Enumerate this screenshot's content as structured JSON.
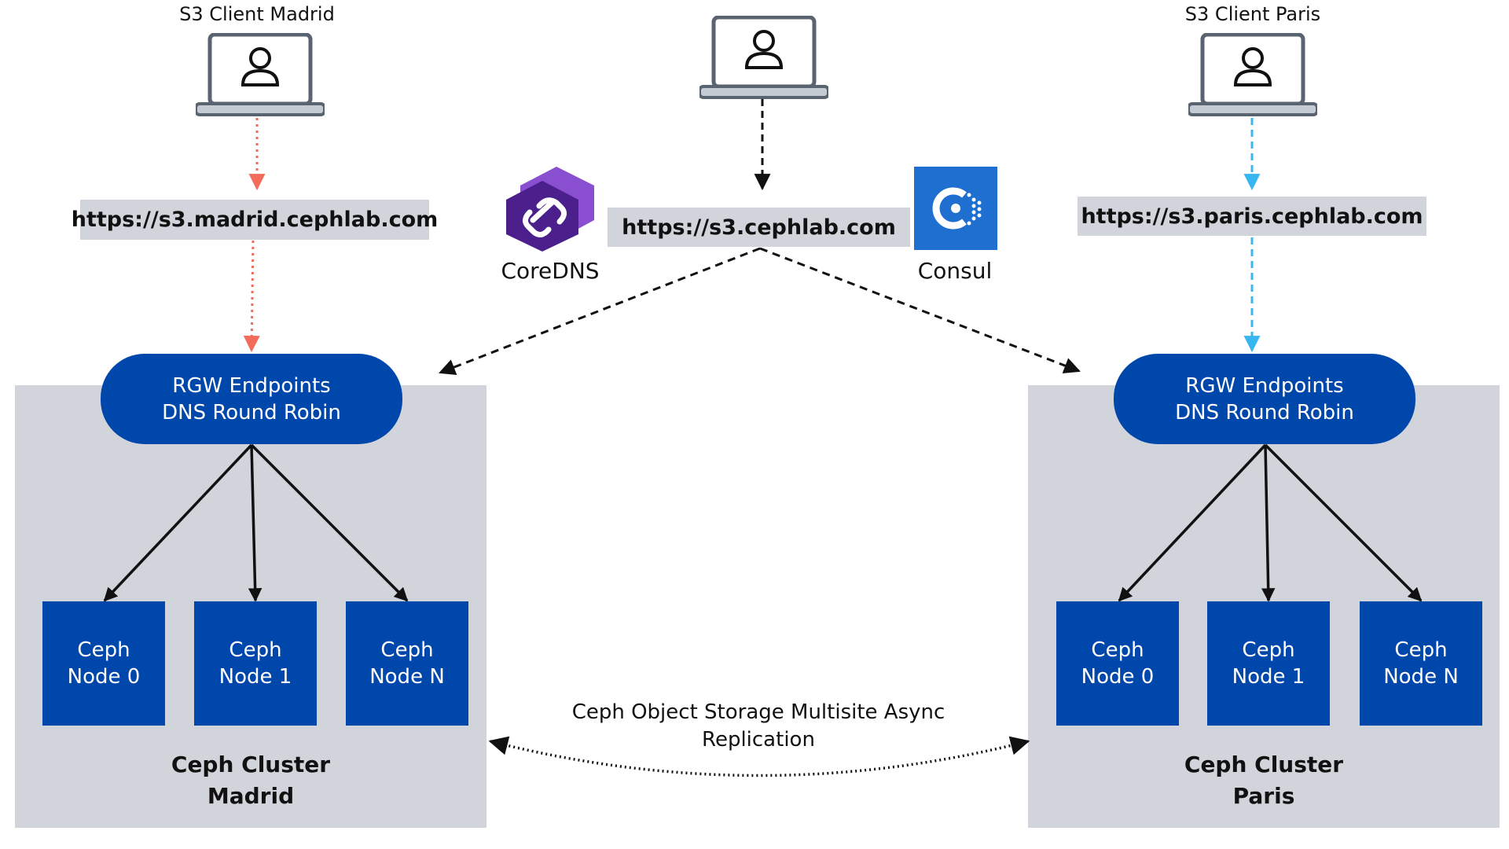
{
  "clients": {
    "madrid_label": "S3 Client Madrid",
    "paris_label": "S3 Client Paris"
  },
  "urls": {
    "madrid": "https://s3.madrid.cephlab.com",
    "global": "https://s3.cephlab.com",
    "paris": "https://s3.paris.cephlab.com"
  },
  "logos": {
    "coredns": "CoreDNS",
    "consul": "Consul"
  },
  "madrid_cluster": {
    "rgw_line1": "RGW Endpoints",
    "rgw_line2": "DNS Round Robin",
    "nodes": [
      {
        "line1": "Ceph",
        "line2": "Node 0"
      },
      {
        "line1": "Ceph",
        "line2": "Node 1"
      },
      {
        "line1": "Ceph",
        "line2": "Node N"
      }
    ],
    "title_line1": "Ceph Cluster",
    "title_line2": "Madrid"
  },
  "paris_cluster": {
    "rgw_line1": "RGW Endpoints",
    "rgw_line2": "DNS Round Robin",
    "nodes": [
      {
        "line1": "Ceph",
        "line2": "Node 0"
      },
      {
        "line1": "Ceph",
        "line2": "Node 1"
      },
      {
        "line1": "Ceph",
        "line2": "Node N"
      }
    ],
    "title_line1": "Ceph Cluster",
    "title_line2": "Paris"
  },
  "replication": {
    "line1": "Ceph Object Storage Multisite Async",
    "line2": "Replication"
  },
  "colors": {
    "blue": "#0047ab",
    "gray": "#d1d5db",
    "madrid_arrow": "#f26b5b",
    "paris_arrow": "#38b6f0",
    "consul_bg": "#1f6fd1",
    "coredns_purple": "#6a2fb0"
  },
  "icons": [
    "laptop-user-icon",
    "coredns-logo",
    "consul-logo"
  ]
}
